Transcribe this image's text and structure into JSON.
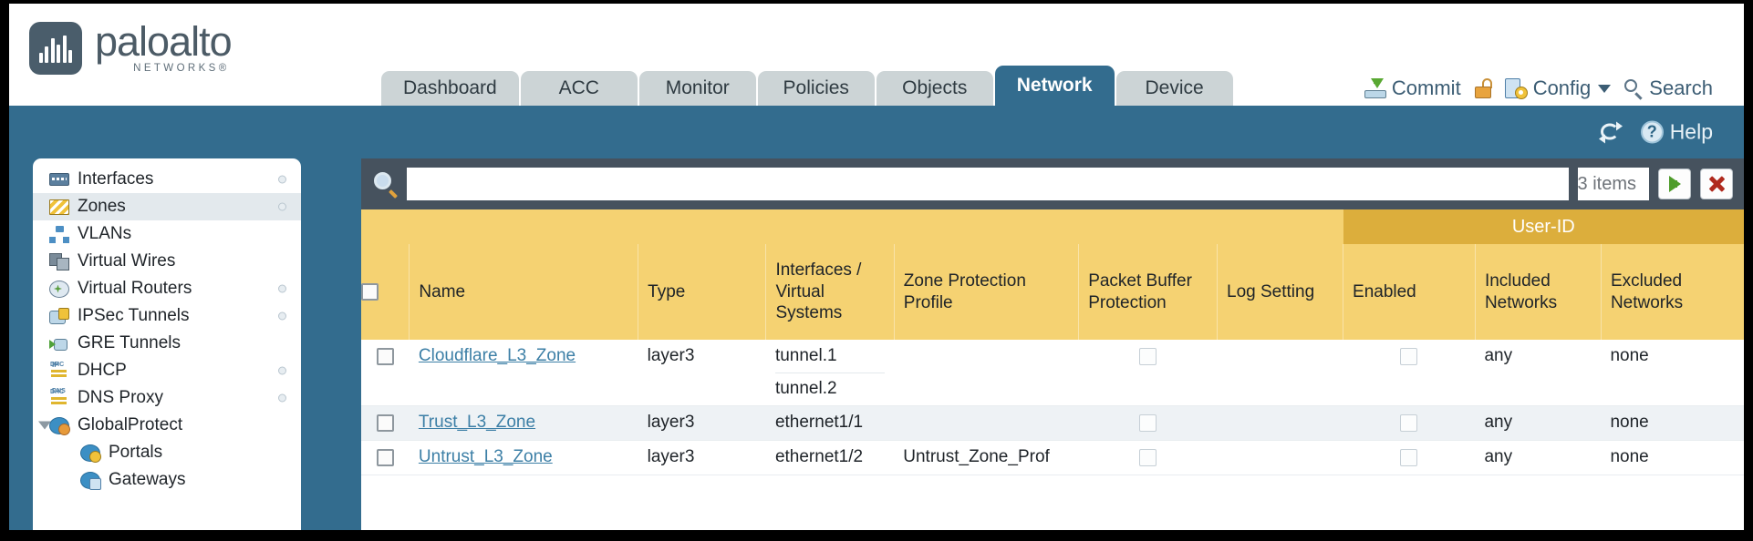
{
  "brand": {
    "name": "paloalto",
    "tagline": "NETWORKS",
    "registered": "®"
  },
  "tabs": [
    {
      "label": "Dashboard",
      "active": false
    },
    {
      "label": "ACC",
      "active": false
    },
    {
      "label": "Monitor",
      "active": false
    },
    {
      "label": "Policies",
      "active": false
    },
    {
      "label": "Objects",
      "active": false
    },
    {
      "label": "Network",
      "active": true
    },
    {
      "label": "Device",
      "active": false
    }
  ],
  "header_actions": {
    "commit": "Commit",
    "config": "Config",
    "search": "Search",
    "lock_icon": "lock-icon",
    "caret_icon": "chevron-down-icon"
  },
  "banner": {
    "refresh_icon": "refresh-icon",
    "help": "Help",
    "help_badge": "?"
  },
  "sidebar": {
    "items": [
      {
        "label": "Interfaces",
        "icon": "interfaces-icon",
        "selected": false,
        "dot": true,
        "child": false,
        "expander": false
      },
      {
        "label": "Zones",
        "icon": "zones-icon",
        "selected": true,
        "dot": true,
        "child": false,
        "expander": false
      },
      {
        "label": "VLANs",
        "icon": "vlans-icon",
        "selected": false,
        "dot": false,
        "child": false,
        "expander": false
      },
      {
        "label": "Virtual Wires",
        "icon": "virtual-wires-icon",
        "selected": false,
        "dot": false,
        "child": false,
        "expander": false
      },
      {
        "label": "Virtual Routers",
        "icon": "virtual-routers-icon",
        "selected": false,
        "dot": true,
        "child": false,
        "expander": false
      },
      {
        "label": "IPSec Tunnels",
        "icon": "ipsec-tunnels-icon",
        "selected": false,
        "dot": true,
        "child": false,
        "expander": false
      },
      {
        "label": "GRE Tunnels",
        "icon": "gre-tunnels-icon",
        "selected": false,
        "dot": false,
        "child": false,
        "expander": false
      },
      {
        "label": "DHCP",
        "icon": "dhcp-icon",
        "selected": false,
        "dot": true,
        "child": false,
        "expander": false
      },
      {
        "label": "DNS Proxy",
        "icon": "dns-proxy-icon",
        "selected": false,
        "dot": true,
        "child": false,
        "expander": false
      },
      {
        "label": "GlobalProtect",
        "icon": "globalprotect-icon",
        "selected": false,
        "dot": false,
        "child": false,
        "expander": true
      },
      {
        "label": "Portals",
        "icon": "portals-icon",
        "selected": false,
        "dot": false,
        "child": true,
        "expander": false
      },
      {
        "label": "Gateways",
        "icon": "gateways-icon",
        "selected": false,
        "dot": false,
        "child": true,
        "expander": false
      }
    ]
  },
  "toolbar": {
    "search_value": "",
    "search_placeholder": "",
    "item_count": "3 items",
    "apply_icon": "apply-arrow-icon",
    "clear_icon": "clear-x-icon",
    "search_icon": "search-icon"
  },
  "table": {
    "group_header": "User-ID",
    "columns": [
      "Name",
      "Type",
      "Interfaces / Virtual Systems",
      "Zone Protection Profile",
      "Packet Buffer Protection",
      "Log Setting",
      "Enabled",
      "Included Networks",
      "Excluded Networks"
    ],
    "columns_multiline": {
      "interfaces": [
        "Interfaces /",
        "Virtual",
        "Systems"
      ],
      "zone_protection": [
        "Zone Protection",
        "Profile"
      ],
      "packet_buffer": [
        "Packet Buffer",
        "Protection"
      ],
      "log_setting": [
        "Log Setting"
      ],
      "enabled": [
        "Enabled"
      ],
      "included": [
        "Included",
        "Networks"
      ],
      "excluded": [
        "Excluded",
        "Networks"
      ]
    },
    "rows": [
      {
        "selected": false,
        "stripe": false,
        "name": "Cloudflare_L3_Zone",
        "type": "layer3",
        "interfaces": [
          "tunnel.1",
          "tunnel.2"
        ],
        "zone_protection_profile": "",
        "packet_buffer_protection": false,
        "log_setting": "",
        "user_id_enabled": false,
        "included_networks": "any",
        "excluded_networks": "none"
      },
      {
        "selected": false,
        "stripe": true,
        "name": "Trust_L3_Zone",
        "type": "layer3",
        "interfaces": [
          "ethernet1/1"
        ],
        "zone_protection_profile": "",
        "packet_buffer_protection": false,
        "log_setting": "",
        "user_id_enabled": false,
        "included_networks": "any",
        "excluded_networks": "none"
      },
      {
        "selected": false,
        "stripe": false,
        "name": "Untrust_L3_Zone",
        "type": "layer3",
        "interfaces": [
          "ethernet1/2"
        ],
        "zone_protection_profile": "Untrust_Zone_Prof",
        "packet_buffer_protection": false,
        "log_setting": "",
        "user_id_enabled": false,
        "included_networks": "any",
        "excluded_networks": "none"
      }
    ]
  },
  "colors": {
    "brand_blue": "#336c8e",
    "toolbar_gray": "#46525e",
    "header_gold": "#f5d272",
    "userid_gold": "#dcae3c",
    "link_blue": "#3c7fa6",
    "stripe": "#eef2f5"
  }
}
